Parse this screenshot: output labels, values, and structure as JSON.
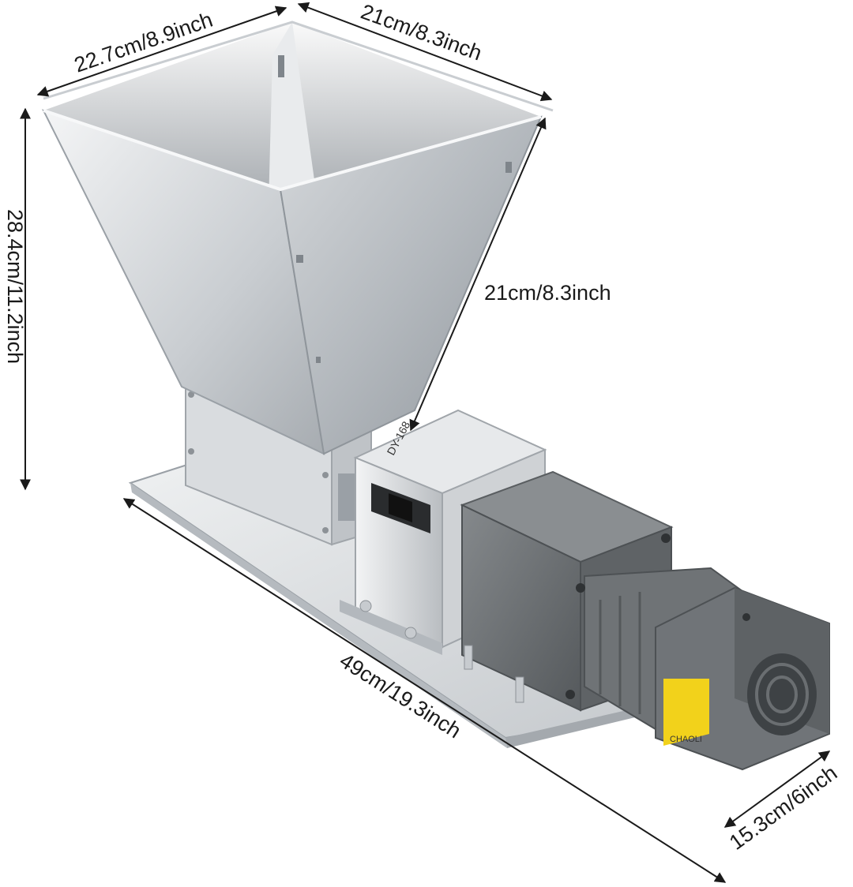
{
  "dimensions": {
    "hopper_top_width": "22.7cm/8.9inch",
    "hopper_top_depth": "21cm/8.3inch",
    "hopper_side": "21cm/8.3inch",
    "height": "28.4cm/11.2inch",
    "base_length": "49cm/19.3inch",
    "motor_width": "15.3cm/6inch"
  },
  "labels": {
    "model": "DY-168",
    "motor_brand": "CHAOLI"
  },
  "colors": {
    "steel_light": "#e6e8ea",
    "steel_mid": "#c5c9cd",
    "steel_dark": "#9aa0a6",
    "motor_gray": "#6f7376",
    "motor_dark": "#4d5154",
    "sticker_yellow": "#f2d21b",
    "dimension_line": "#1a1a1a"
  }
}
